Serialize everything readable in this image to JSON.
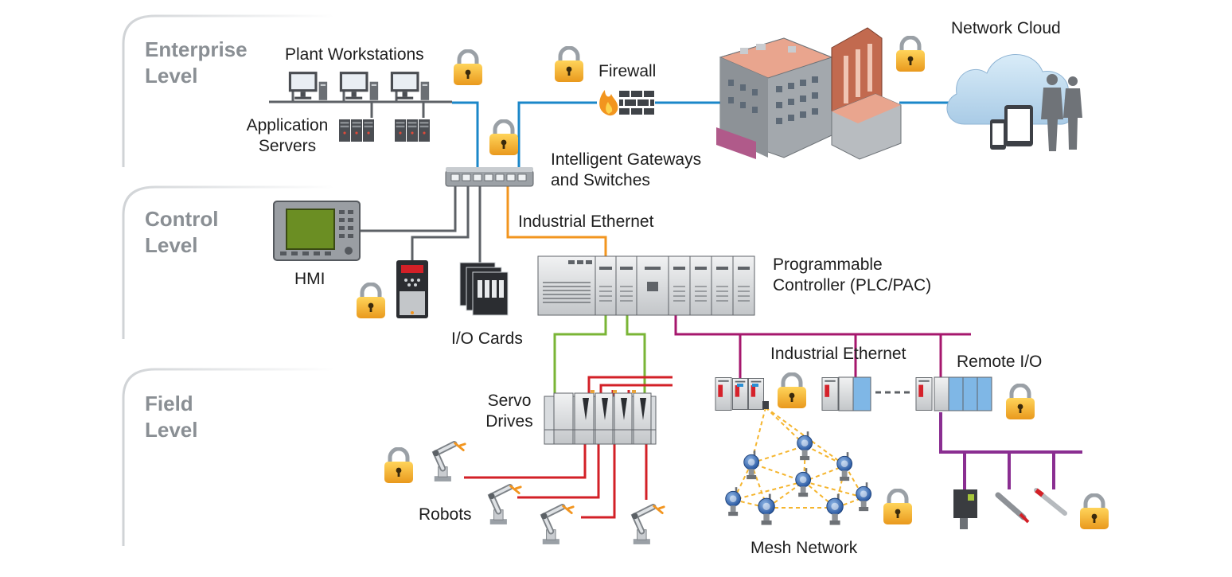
{
  "levels": {
    "enterprise": "Enterprise\nLevel",
    "control": "Control\nLevel",
    "field": "Field\nLevel"
  },
  "labels": {
    "plant_workstations": "Plant Workstations",
    "application_servers": "Application\nServers",
    "firewall": "Firewall",
    "network_cloud": "Network Cloud",
    "gateways_switches": "Intelligent Gateways\nand Switches",
    "industrial_ethernet_top": "Industrial Ethernet",
    "hmi": "HMI",
    "io_cards": "I/O Cards",
    "plc": "Programmable\nController (PLC/PAC)",
    "industrial_ethernet_bottom": "Industrial Ethernet",
    "remote_io": "Remote I/O",
    "servo_drives": "Servo\nDrives",
    "robots": "Robots",
    "mesh_network": "Mesh Network"
  },
  "icons": [
    "padlock-icon",
    "computer-monitor-icon",
    "server-tower-icon",
    "firewall-icon",
    "office-building-icon",
    "cloud-icon",
    "tablet-icon",
    "smartphone-icon",
    "business-people-icon",
    "network-switch-icon",
    "hmi-panel-icon",
    "drive-controller-icon",
    "io-card-icon",
    "plc-rack-icon",
    "servo-drive-icon",
    "robot-arm-icon",
    "wireless-sensor-icon",
    "remote-io-module-icon",
    "photoelectric-sensor-icon",
    "proximity-sensor-icon"
  ],
  "colors": {
    "level_text": "#8a8f94",
    "enterprise_network": "#1b87c9",
    "control_links": "#5d6166",
    "industrial_ethernet": "#f2951f",
    "servo_network": "#7ab536",
    "remote_io_network": "#a6176d",
    "device_network": "#8a2e91",
    "robot_power": "#d32027",
    "mesh_links": "#f5b52e",
    "lock_body": "#f3b62c"
  }
}
